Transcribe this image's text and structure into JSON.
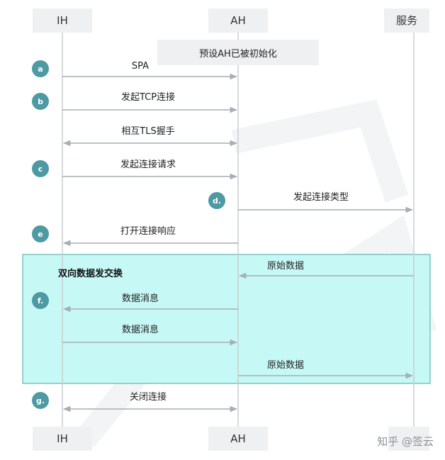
{
  "participants": [
    {
      "id": "ih",
      "label": "IH"
    },
    {
      "id": "ah",
      "label": "AH"
    },
    {
      "id": "svc",
      "label": "服务"
    }
  ],
  "note": {
    "label": "预设AH已被初始化"
  },
  "exchange_region": {
    "label": "双向数据发交换"
  },
  "steps": [
    {
      "id": "a",
      "label": "a"
    },
    {
      "id": "b",
      "label": "b"
    },
    {
      "id": "c",
      "label": "c"
    },
    {
      "id": "d",
      "label": "d."
    },
    {
      "id": "e",
      "label": "e"
    },
    {
      "id": "f",
      "label": "f."
    },
    {
      "id": "g",
      "label": "g."
    }
  ],
  "messages": [
    {
      "label": "SPA",
      "from": "ih",
      "to": "ah"
    },
    {
      "label": "发起TCP连接",
      "from": "ih",
      "to": "ah"
    },
    {
      "label": "相互TLS握手",
      "from": "ih",
      "to": "ah",
      "bidirectional": true
    },
    {
      "label": "发起连接请求",
      "from": "ih",
      "to": "ah"
    },
    {
      "label": "发起连接类型",
      "from": "ah",
      "to": "svc"
    },
    {
      "label": "打开连接响应",
      "from": "ah",
      "to": "ih"
    },
    {
      "label": "原始数据",
      "from": "svc",
      "to": "ah"
    },
    {
      "label": "数据消息",
      "from": "ah",
      "to": "ih"
    },
    {
      "label": "数据消息",
      "from": "ih",
      "to": "ah"
    },
    {
      "label": "原始数据",
      "from": "ah",
      "to": "svc"
    },
    {
      "label": "关闭连接",
      "from": "ih",
      "to": "ah",
      "bidirectional": true
    }
  ],
  "watermark": {
    "text": "知乎 @签云"
  },
  "colors": {
    "arrow": "#a6aeb6",
    "lifeline": "#c9ced3",
    "step_circle": "#4d9aa3",
    "exchange_fill": "#c6f8f6",
    "exchange_border": "#4aa9a3",
    "box_fill": "#eef0f2"
  }
}
